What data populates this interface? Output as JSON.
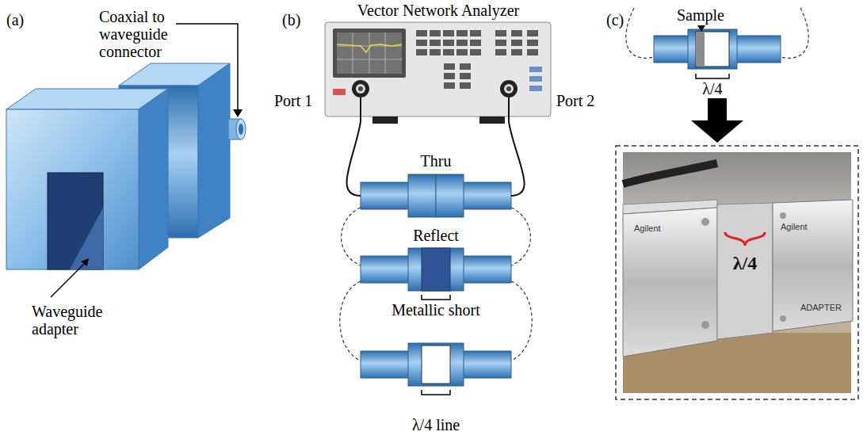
{
  "diagram": {
    "nodes": [
      {
        "text": [
          "Vector Network Analyzer"
        ]
      },
      {
        "text": [
          "Thru"
        ]
      },
      {
        "text": [
          "Reflect"
        ]
      },
      {
        "text": [
          "λ/4 line"
        ]
      },
      {
        "text": [
          "Sample"
        ]
      }
    ],
    "edges": [
      {
        "from": 0,
        "to": 1,
        "arrow": "none"
      },
      {
        "from": 0,
        "to": 1,
        "arrow": "none"
      }
    ],
    "labels": [
      "(a)",
      "Coaxial to waveguide connector",
      "Waveguide adapter",
      "(b)",
      "Port 1",
      "Port 2",
      "Metallic short",
      "(c)",
      "λ/4",
      "Agilent",
      "Agilent",
      "ADAPTER",
      "λ/4"
    ]
  }
}
